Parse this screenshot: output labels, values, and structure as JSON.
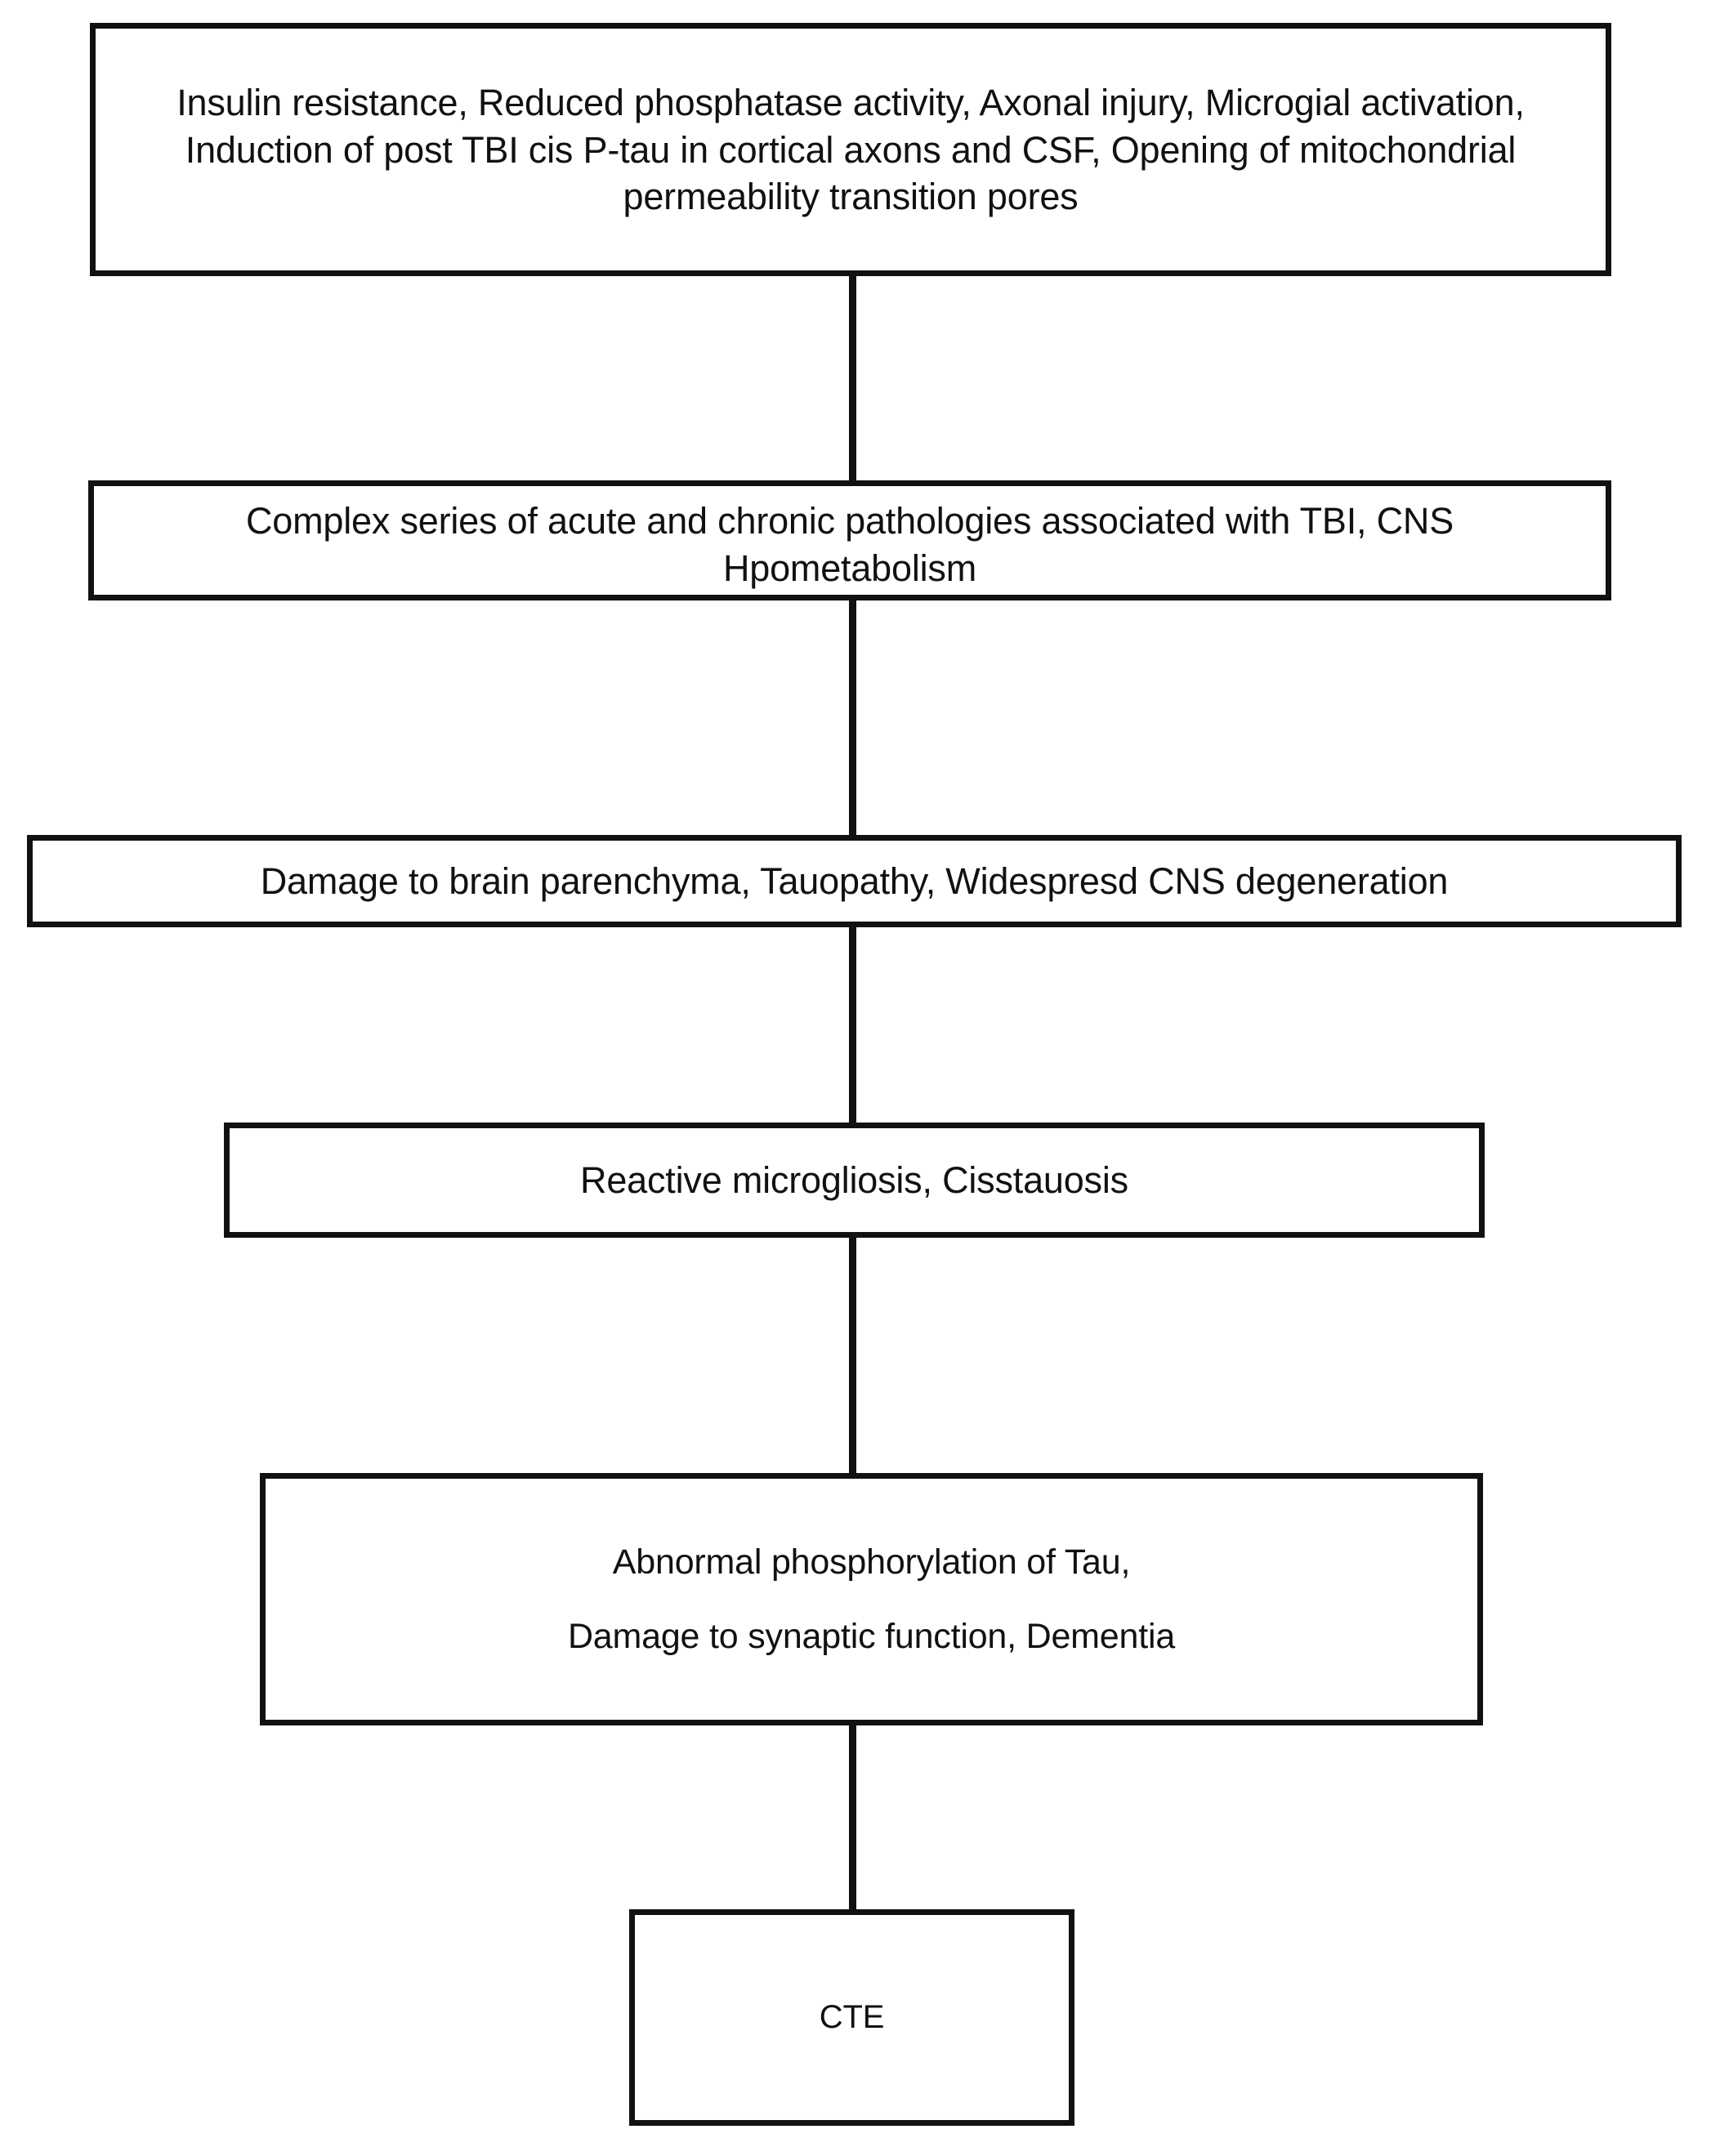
{
  "diagram": {
    "title": "TBI to CTE pathophysiology cascade flowchart",
    "orientation": "top-to-bottom",
    "style": {
      "box_border_color": "#111111",
      "box_fill_color": "#ffffff",
      "connector_color": "#111111",
      "text_color": "#111111",
      "background": "#ffffff"
    },
    "nodes": [
      {
        "id": "node-1",
        "name": "initial-pathology-box",
        "lines": [
          "Insulin resistance, Reduced phosphatase activity, Axonal injury, Microgial activation,",
          "Induction of post TBI cis P-tau in cortical axons and CSF, Opening of mitochondrial",
          "permeability transition pores"
        ]
      },
      {
        "id": "node-2",
        "name": "acute-chronic-pathologies-box",
        "lines": [
          "Complex series of acute and chronic pathologies associated with TBI, CNS",
          "Hpometabolism"
        ]
      },
      {
        "id": "node-3",
        "name": "parenchyma-damage-box",
        "lines": [
          "Damage to brain parenchyma, Tauopathy, Widespresd CNS degeneration"
        ]
      },
      {
        "id": "node-4",
        "name": "microgliosis-box",
        "lines": [
          "Reactive microgliosis, Cisstauosis"
        ]
      },
      {
        "id": "node-5",
        "name": "tau-phosphorylation-box",
        "lines": [
          "Abnormal phosphorylation of Tau,",
          "Damage to synaptic function, Dementia"
        ]
      },
      {
        "id": "node-6",
        "name": "cte-outcome-box",
        "lines": [
          "CTE"
        ]
      }
    ],
    "connectors": [
      {
        "id": "conn-1-2",
        "from": "node-1",
        "to": "node-2"
      },
      {
        "id": "conn-2-3",
        "from": "node-2",
        "to": "node-3"
      },
      {
        "id": "conn-3-4",
        "from": "node-3",
        "to": "node-4"
      },
      {
        "id": "conn-4-5",
        "from": "node-4",
        "to": "node-5"
      },
      {
        "id": "conn-5-6",
        "from": "node-5",
        "to": "node-6"
      }
    ]
  }
}
